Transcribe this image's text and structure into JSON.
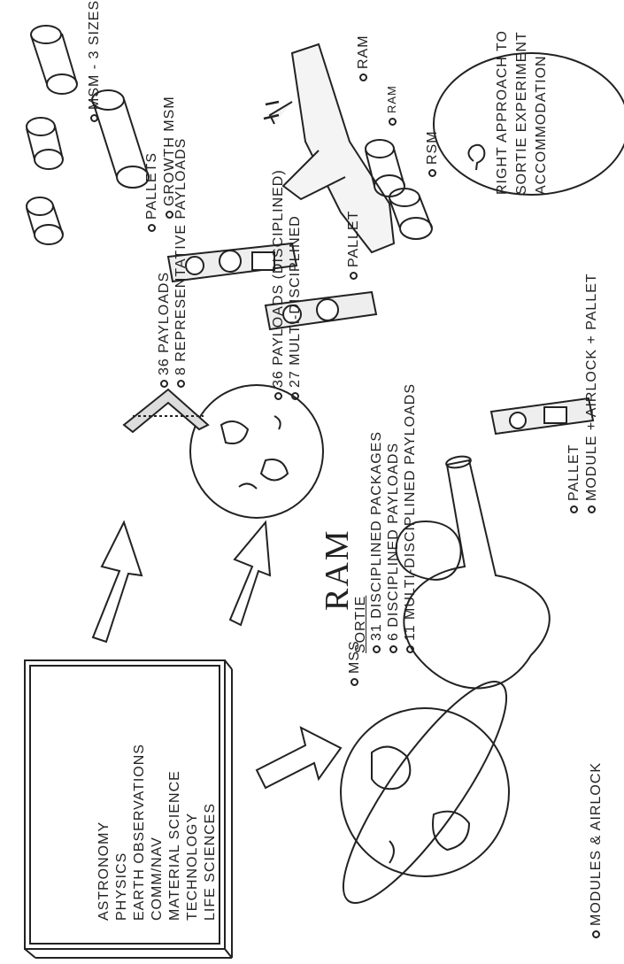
{
  "book": {
    "subjects": [
      "ASTRONOMY",
      "PHYSICS",
      "EARTH OBSERVATIONS",
      "COMM/NAV",
      "MATERIAL SCIENCE",
      "TECHNOLOGY",
      "LIFE SCIENCES"
    ]
  },
  "mss": {
    "title": "MSS",
    "sortie_label": "SORTIE",
    "items": [
      "31 DISCIPLINED PACKAGES",
      "6 DISCIPLINED PAYLOADS",
      "11 MULTI-DISCIPLINED PAYLOADS"
    ],
    "modules_label": "MODULES & AIRLOCK"
  },
  "ram_center": {
    "label": "RAM",
    "items": [
      "36 PAYLOADS (DISCIPLINED)",
      "27 MULTI-DISCIPLINED"
    ]
  },
  "top_branch": {
    "items": [
      "36 PAYLOADS",
      "8 REPRESENTATIVE PAYLOADS"
    ],
    "pallets_label": "PALLETS",
    "msm_label": "MSM - 3 SIZES",
    "growth_label": "GROWTH MSM"
  },
  "pallet_combo": {
    "pallet_label": "PALLET",
    "module_label": "MODULE + AIRLOCK + PALLET"
  },
  "right_cluster": {
    "pallet_label": "PALLET",
    "rsm_label": "RSM",
    "ram_label_1": "RAM",
    "ram_label_2": "RAM",
    "conclusion": [
      "RIGHT APPROACH TO",
      "SORTIE EXPERIMENT",
      "ACCOMMODATION"
    ]
  }
}
